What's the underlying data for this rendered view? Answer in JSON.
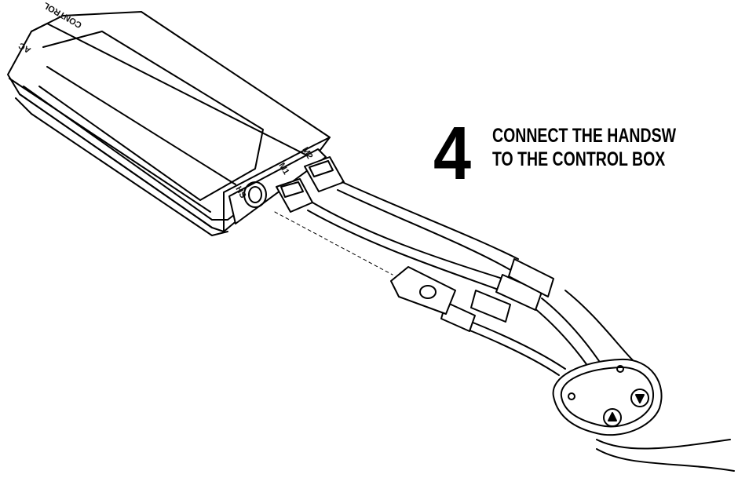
{
  "step": {
    "number": "4",
    "line1": "CONNECT THE HANDSW",
    "line2": "TO THE CONTROL BOX"
  },
  "control_box": {
    "port_labels": [
      "HS",
      "M1",
      "M2"
    ],
    "end_labels": [
      "AC",
      "CONTROL"
    ]
  }
}
